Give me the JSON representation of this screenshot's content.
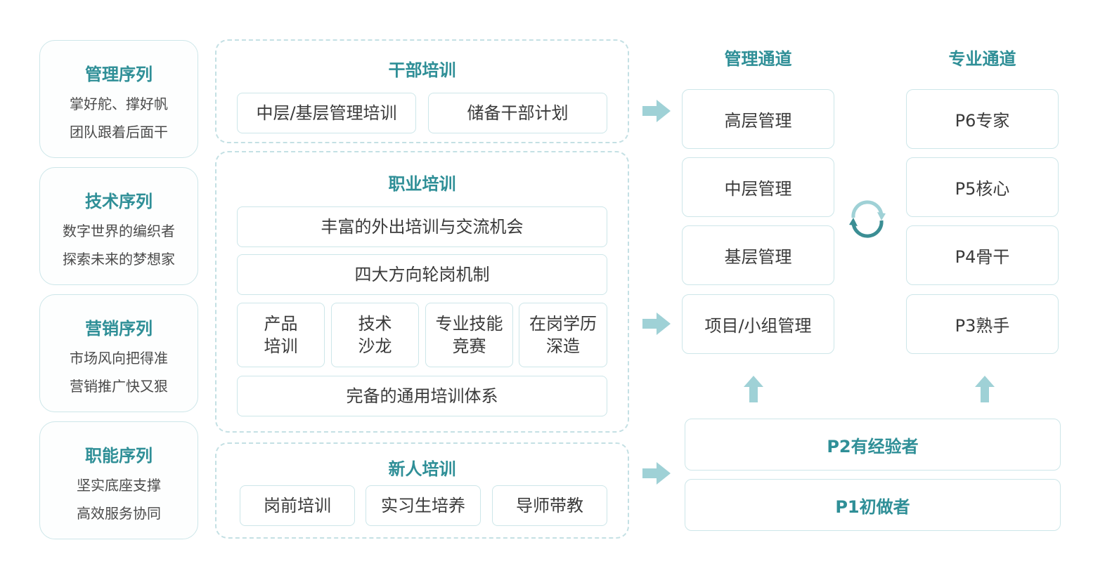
{
  "sequences": [
    {
      "title": "管理序列",
      "line1": "掌好舵、撑好帆",
      "line2": "团队跟着后面干"
    },
    {
      "title": "技术序列",
      "line1": "数字世界的编织者",
      "line2": "探索未来的梦想家"
    },
    {
      "title": "营销序列",
      "line1": "市场风向把得准",
      "line2": "营销推广快又狠"
    },
    {
      "title": "职能序列",
      "line1": "坚实底座支撑",
      "line2": "高效服务协同"
    }
  ],
  "cadre": {
    "title": "干部培训",
    "items": [
      "中层/基层管理培训",
      "储备干部计划"
    ]
  },
  "career": {
    "title": "职业培训",
    "row1": "丰富的外出培训与交流机会",
    "row2": "四大方向轮岗机制",
    "cells": [
      {
        "line1": "产品",
        "line2": "培训"
      },
      {
        "line1": "技术",
        "line2": "沙龙"
      },
      {
        "line1": "专业技能",
        "line2": "竞赛"
      },
      {
        "line1": "在岗学历",
        "line2": "深造"
      }
    ],
    "row4": "完备的通用培训体系"
  },
  "newhire": {
    "title": "新人培训",
    "items": [
      "岗前培训",
      "实习生培养",
      "导师带教"
    ]
  },
  "management_channel": {
    "title": "管理通道",
    "levels": [
      "高层管理",
      "中层管理",
      "基层管理",
      "项目/小组管理"
    ]
  },
  "professional_channel": {
    "title": "专业通道",
    "levels": [
      "P6专家",
      "P5核心",
      "P4骨干",
      "P3熟手"
    ]
  },
  "base_levels": [
    "P2有经验者",
    "P1初做者"
  ],
  "icons": {
    "arrow": "arrow-right-icon",
    "up": "arrow-up-icon",
    "cycle": "cycle-icon"
  },
  "colors": {
    "accent": "#2f8f97",
    "border": "#cde6e9",
    "arrow": "#9fd1d6"
  }
}
